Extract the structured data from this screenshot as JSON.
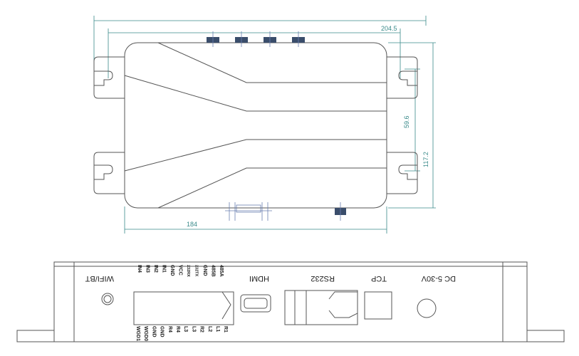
{
  "dimensions": {
    "width_overall": "204.5",
    "width_body": "184",
    "height_mounts": "59.6",
    "height_body": "117.2"
  },
  "front_panel": {
    "labels": {
      "wifi_bt": "WIFI/BT",
      "hdmi": "HDMI",
      "rs232": "RS232",
      "tcp": "TCP",
      "power": "DC 5-30V"
    },
    "pins_top": [
      "IN4",
      "IN3",
      "IN2",
      "IN1",
      "GND",
      "VCC",
      "232RX",
      "232TX",
      "GND",
      "485B",
      "485A"
    ],
    "pins_bottom": [
      "WGD1",
      "WGD0",
      "GND",
      "GND",
      "R4",
      "R4",
      "L3",
      "L3",
      "R2",
      "L2",
      "L1",
      "R1"
    ]
  },
  "colors": {
    "line": "#555555",
    "dimension": "#3a8a8a",
    "connector": "#3a4d6b"
  }
}
